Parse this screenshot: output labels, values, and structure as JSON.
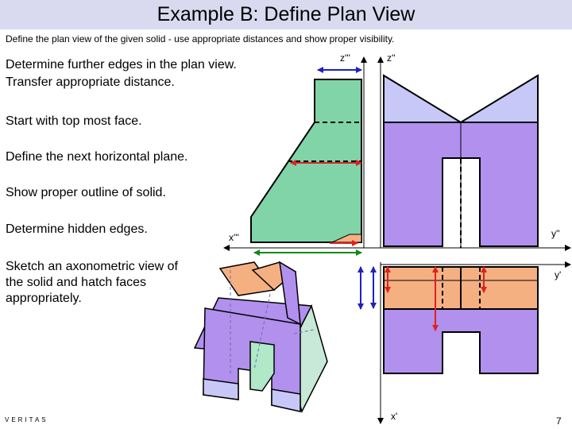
{
  "slide": {
    "title": "Example B: Define Plan View",
    "subtitle": "Define the plan view of the given solid - use appropriate distances and show proper visibility.",
    "steps": [
      "Determine further edges in the plan view.",
      "Transfer appropriate distance.",
      "Start with top most face.",
      "Define the next horizontal plane.",
      "Show proper outline of solid.",
      "Determine hidden edges.",
      "Sketch an axonometric view of",
      "the solid and hatch faces",
      "appropriately."
    ],
    "labels": {
      "z_side": "z'''",
      "z_front": "z''",
      "x_side": "x'''",
      "y_front": "y''",
      "y_plan": "y'",
      "x_plan": "x'"
    },
    "logo": "VERITAS",
    "page_number": "7"
  },
  "colors": {
    "title_bar": "#d9d9ef",
    "green_face": "#80d4a8",
    "purple_face": "#b190ee",
    "lavender_face": "#c8c8f8",
    "orange_face": "#f5b082",
    "blue_line": "#2020c0",
    "red_line": "#e02020",
    "green_line": "#108a10"
  }
}
